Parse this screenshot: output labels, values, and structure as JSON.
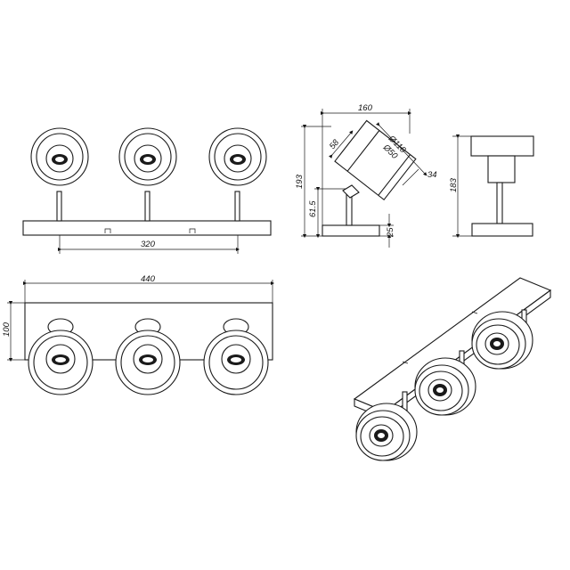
{
  "dimensions": {
    "width_160": "160",
    "dia_110": "Ø110",
    "dia_50": "Ø50",
    "len_58": "58",
    "len_34": "34",
    "height_193": "193",
    "height_61_5": "61.5",
    "height_25": "25",
    "height_183": "183",
    "spacing_320": "320",
    "length_440": "440",
    "depth_100": "100"
  },
  "colors": {
    "line": "#1a1a1a",
    "background": "#ffffff"
  }
}
